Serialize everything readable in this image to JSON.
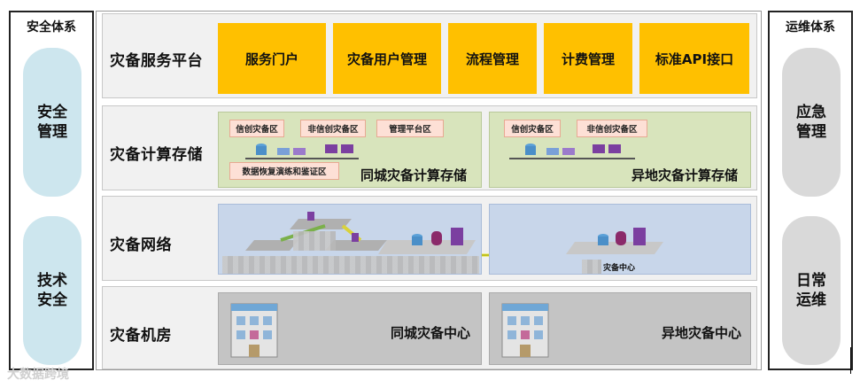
{
  "left_column": {
    "title": "安全体系",
    "items": [
      "安全\n管理",
      "技术\n安全"
    ]
  },
  "right_column": {
    "title": "运维体系",
    "items": [
      "应急\n管理",
      "日常\n运维"
    ]
  },
  "rows": {
    "service": {
      "label": "灾备服务平台",
      "items": [
        "服务门户",
        "灾备用户管理",
        "流程管理",
        "计费管理",
        "标准API接口"
      ]
    },
    "compute": {
      "label": "灾备计算存储",
      "local": {
        "zones": [
          "信创灾备区",
          "非信创灾备区",
          "管理平台区",
          "数据恢复演练和鉴证区"
        ],
        "caption": "同城灾备计算存储"
      },
      "remote": {
        "zones": [
          "信创灾备区",
          "非信创灾备区"
        ],
        "caption": "异地灾备计算存储"
      }
    },
    "network": {
      "label": "灾备网络",
      "remote_caption": "灾备中心"
    },
    "facility": {
      "label": "灾备机房",
      "local_caption": "同城灾备中心",
      "remote_caption": "异地灾备中心"
    }
  },
  "watermark": "大数据跨境",
  "colors": {
    "service_box": "#ffc000",
    "compute_panel": "#d8e4bc",
    "network_panel": "#c8d6ea",
    "facility_panel": "#c4c4c4",
    "security_pill": "#cde6ee",
    "ops_pill": "#d9d9d9",
    "zone_box": "#fde0d6"
  }
}
